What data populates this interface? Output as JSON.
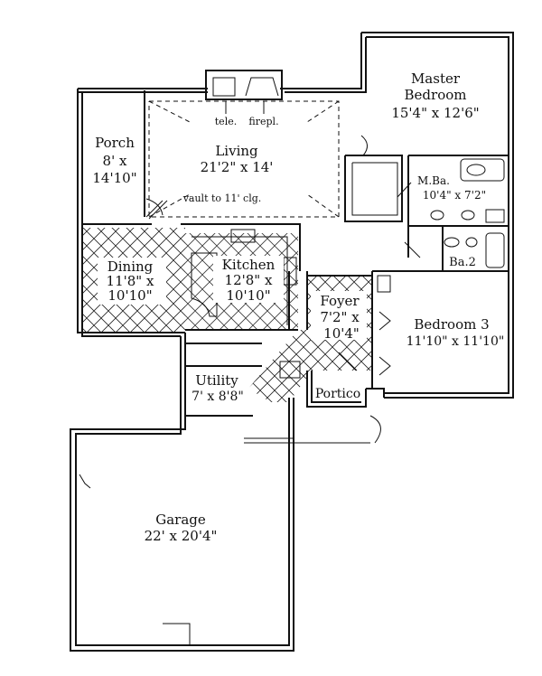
{
  "rooms": {
    "master": {
      "name_line1": "Master",
      "name_line2": "Bedroom",
      "size": "15'4\" x 12'6\""
    },
    "porch": {
      "name": "Porch",
      "size_line1": "8' x",
      "size_line2": "14'10\""
    },
    "living": {
      "name": "Living",
      "size": "21'2\" x 14'"
    },
    "mba": {
      "name": "M.Ba.",
      "size": "10'4\" x 7'2\""
    },
    "ba2": {
      "name": "Ba.2"
    },
    "dining": {
      "name": "Dining",
      "size_line1": "11'8\" x",
      "size_line2": "10'10\""
    },
    "kitchen": {
      "name": "Kitchen",
      "size_line1": "12'8\" x",
      "size_line2": "10'10\""
    },
    "foyer": {
      "name": "Foyer",
      "size_line1": "7'2\" x",
      "size_line2": "10'4\""
    },
    "bedroom3": {
      "name": "Bedroom 3",
      "size": "11'10\" x 11'10\""
    },
    "utility": {
      "name": "Utility",
      "size": "7' x 8'8\""
    },
    "portico": {
      "name": "Portico"
    },
    "garage": {
      "name": "Garage",
      "size": "22' x 20'4\""
    }
  },
  "annotations": {
    "tele": "tele.",
    "firepl": "firepl.",
    "vault": "vault to 11' clg."
  }
}
